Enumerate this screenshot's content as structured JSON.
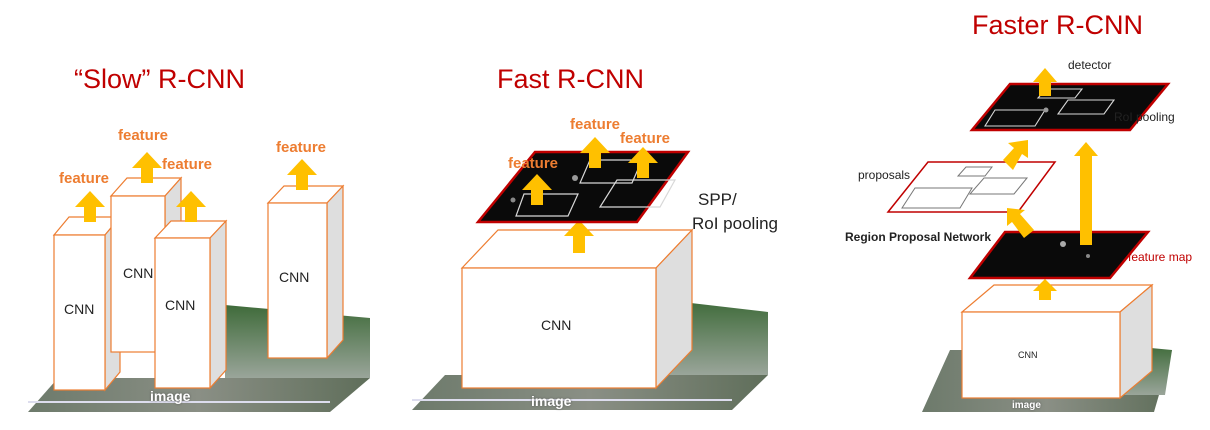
{
  "colors": {
    "title": "#c00000",
    "feature_label": "#ed7d31",
    "arrow": "#ffc000",
    "box_edge": "#ed7d31",
    "map_edge": "#c00000"
  },
  "slow": {
    "title": "“Slow” R-CNN",
    "features": [
      "feature",
      "feature",
      "feature",
      "feature"
    ],
    "cnn_labels": [
      "CNN",
      "CNN",
      "CNN",
      "CNN"
    ],
    "image_label": "image"
  },
  "fast": {
    "title": "Fast R-CNN",
    "features": [
      "feature",
      "feature",
      "feature"
    ],
    "pool_label_1": "SPP/",
    "pool_label_2": "RoI pooling",
    "cnn_label": "CNN",
    "image_label": "image"
  },
  "faster": {
    "title": "Faster R-CNN",
    "detector_label": "detector",
    "roi_label": "RoI pooling",
    "proposals_label": "proposals",
    "rpn_label": "Region Proposal Network",
    "feature_map_label": "feature map",
    "cnn_label": "CNN",
    "image_label": "image"
  }
}
